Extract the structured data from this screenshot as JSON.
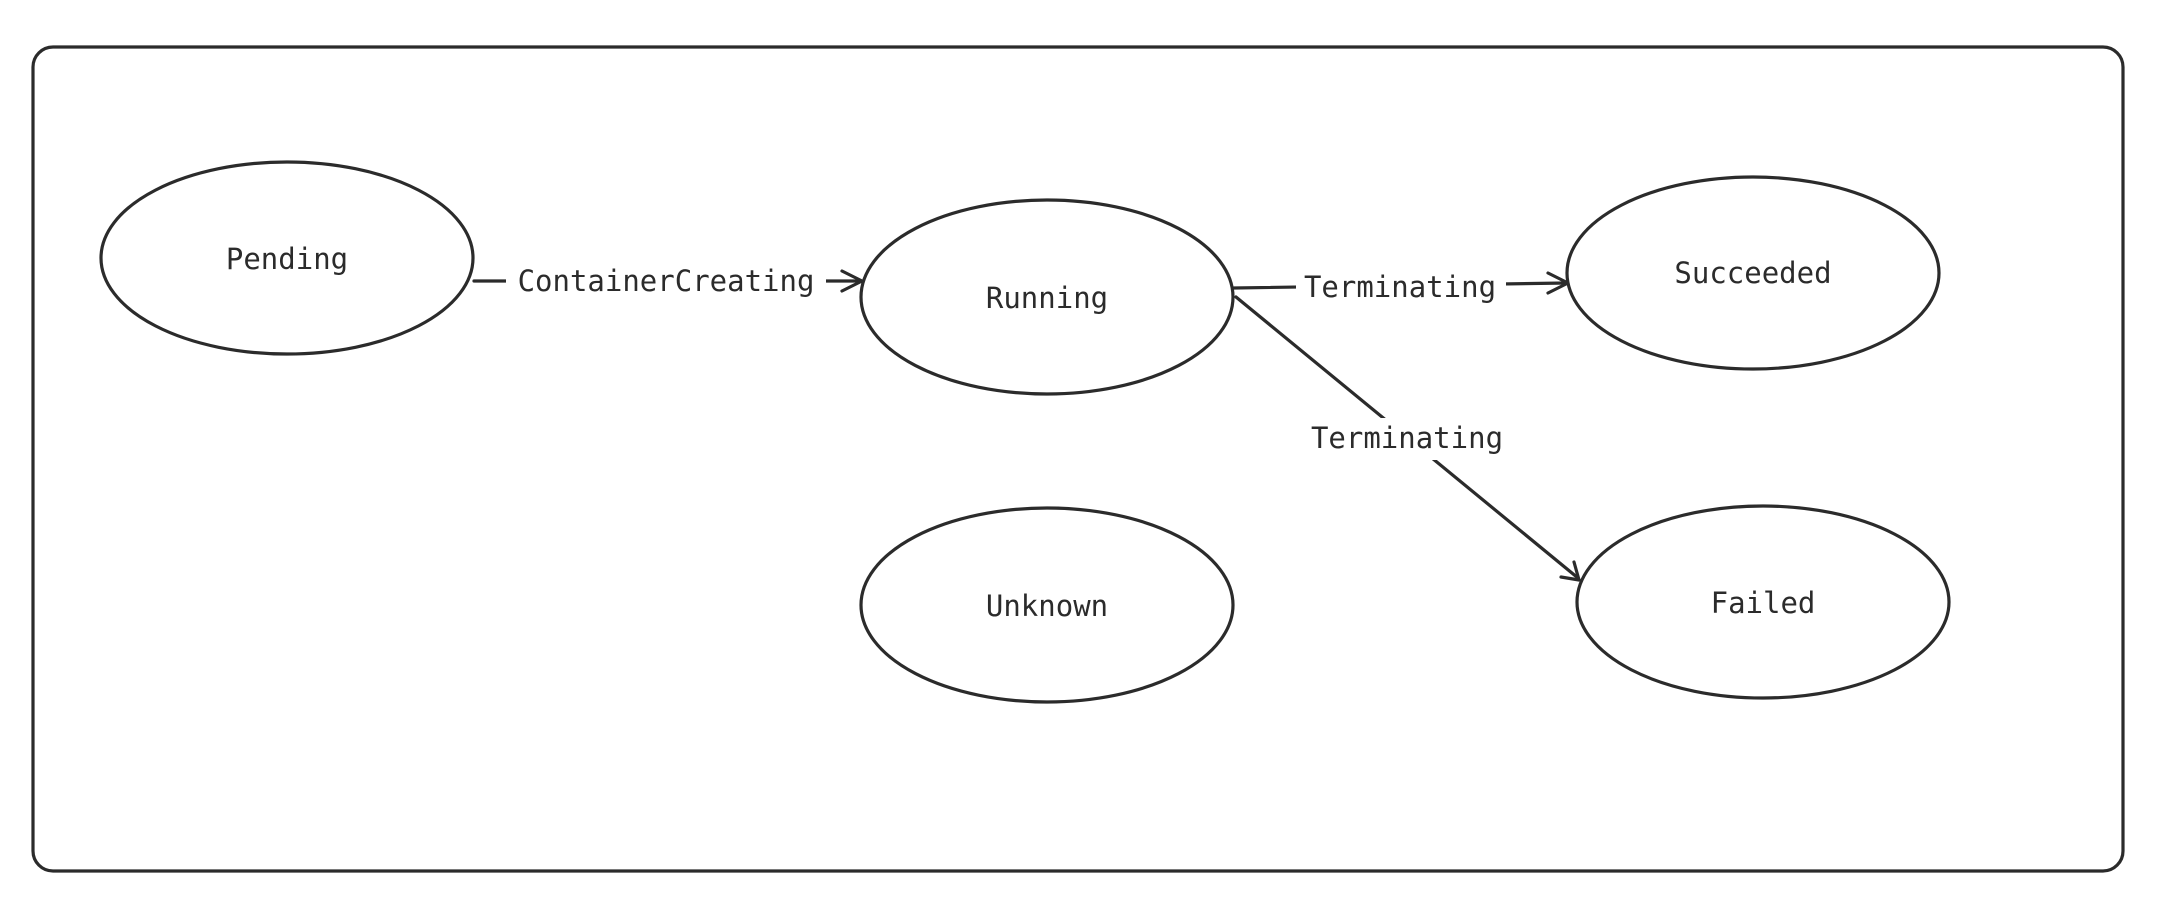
{
  "diagram": {
    "states": {
      "pending": "Pending",
      "running": "Running",
      "succeeded": "Succeeded",
      "failed": "Failed",
      "unknown": "Unknown"
    },
    "transitions": {
      "pending_to_running": "ContainerCreating",
      "running_to_succeeded": "Terminating",
      "running_to_failed": "Terminating"
    }
  }
}
